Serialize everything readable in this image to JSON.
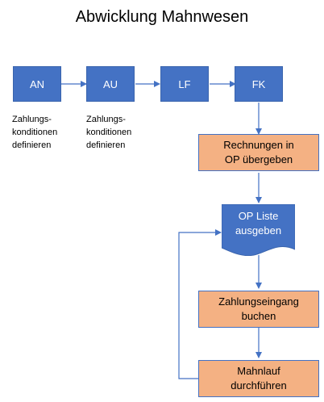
{
  "title": "Abwicklung Mahnwesen",
  "colors": {
    "blue": "#4472c4",
    "orange": "#f4b183",
    "connector": "#4472c4"
  },
  "top_row": [
    {
      "label": "AN"
    },
    {
      "label": "AU"
    },
    {
      "label": "LF"
    },
    {
      "label": "FK"
    }
  ],
  "notes": [
    {
      "text": "Zahlungs-\nkonditionen\ndefinieren"
    },
    {
      "text": "Zahlungs-\nkonditionen\ndefinieren"
    }
  ],
  "steps": {
    "rechnungen": "Rechnungen in\nOP übergeben",
    "op_liste": "OP Liste\nausgeben",
    "zahlungseingang": "Zahlungseingang\nbuchen",
    "mahnlauf": "Mahnlauf\ndurchführen"
  }
}
